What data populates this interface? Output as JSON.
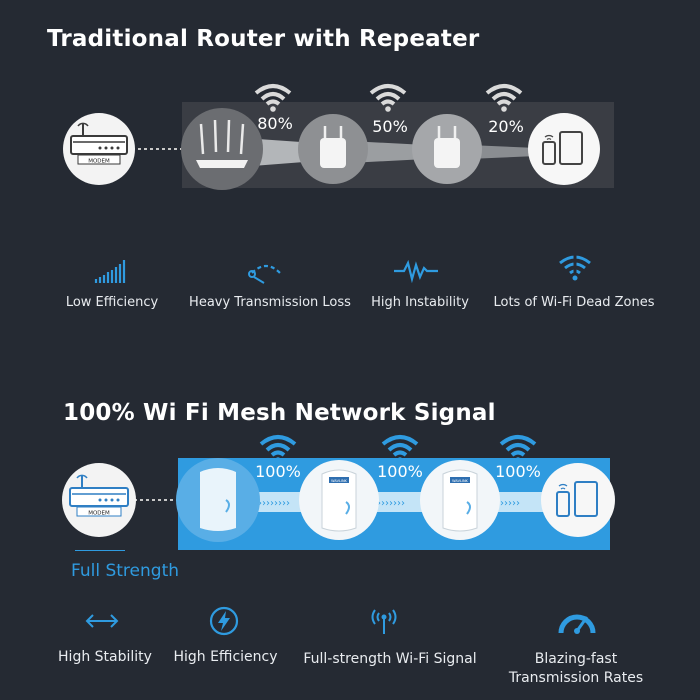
{
  "section1": {
    "title": "Traditional Router with Repeater",
    "modem_label": "MODEM",
    "signals": [
      "80%",
      "50%",
      "20%"
    ],
    "features": [
      {
        "icon": "bar-chart-icon",
        "label": "Low Efficiency"
      },
      {
        "icon": "broken-signal-icon",
        "label": "Heavy Transmission Loss"
      },
      {
        "icon": "unstable-waveform-icon",
        "label": "High Instability"
      },
      {
        "icon": "wifi-dead-zone-icon",
        "label": "Lots of Wi-Fi Dead Zones"
      }
    ]
  },
  "section2": {
    "title": "100% Wi Fi Mesh Network Signal",
    "modem_label": "MODEM",
    "device_brand": "WAVLINK",
    "signals": [
      "100%",
      "100%",
      "100%"
    ],
    "strength_label": "Full Strength",
    "features": [
      {
        "icon": "double-arrow-icon",
        "label": "High Stability"
      },
      {
        "icon": "lightning-icon",
        "label": "High Efficiency"
      },
      {
        "icon": "antenna-signal-icon",
        "label": "Full-strength Wi-Fi Signal"
      },
      {
        "icon": "speedometer-icon",
        "label_line1": "Blazing-fast",
        "label_line2": "Transmission Rates"
      }
    ]
  },
  "colors": {
    "background": "#252a33",
    "accent_blue": "#2f9be0",
    "grey_band": "#3b3f46"
  }
}
